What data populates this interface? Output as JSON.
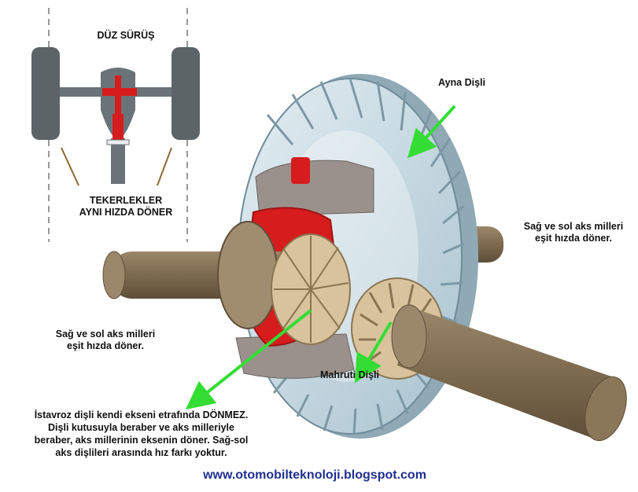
{
  "labels": {
    "straight_driving": "DÜZ SÜRÜŞ",
    "wheels_line1": "TEKERLEKLER",
    "wheels_line2": "AYNI HIZDA DÖNER",
    "ring_gear": "Ayna Dişli",
    "right_axle_line1": "Sağ ve sol aks milleri",
    "right_axle_line2": "eşit hızda döner.",
    "left_axle_line1": "Sağ ve sol aks milleri",
    "left_axle_line2": "eşit hızda döner.",
    "pinion_gear": "Mahruti Dişli",
    "spider_line1": "İstavroz dişli kendi ekseni etrafında DÖNMEZ.",
    "spider_line2": "Dişli kutusuyla beraber ve aks milleriyle",
    "spider_line3": "beraber, aks millerinin eksenin döner. Sağ-sol",
    "spider_line4": "aks dişlileri arasında hız farkı yoktur."
  },
  "website": "www.otomobilteknoloji.blogspot.com",
  "colors": {
    "arrow": "#33dd33",
    "axle": "#7d6a4e",
    "ring_gear": "#c9dde6",
    "spider_gear": "#d61c1c",
    "bevel_gear": "#d8c39c",
    "tire": "#5c6468",
    "website": "#1f2f8f"
  }
}
